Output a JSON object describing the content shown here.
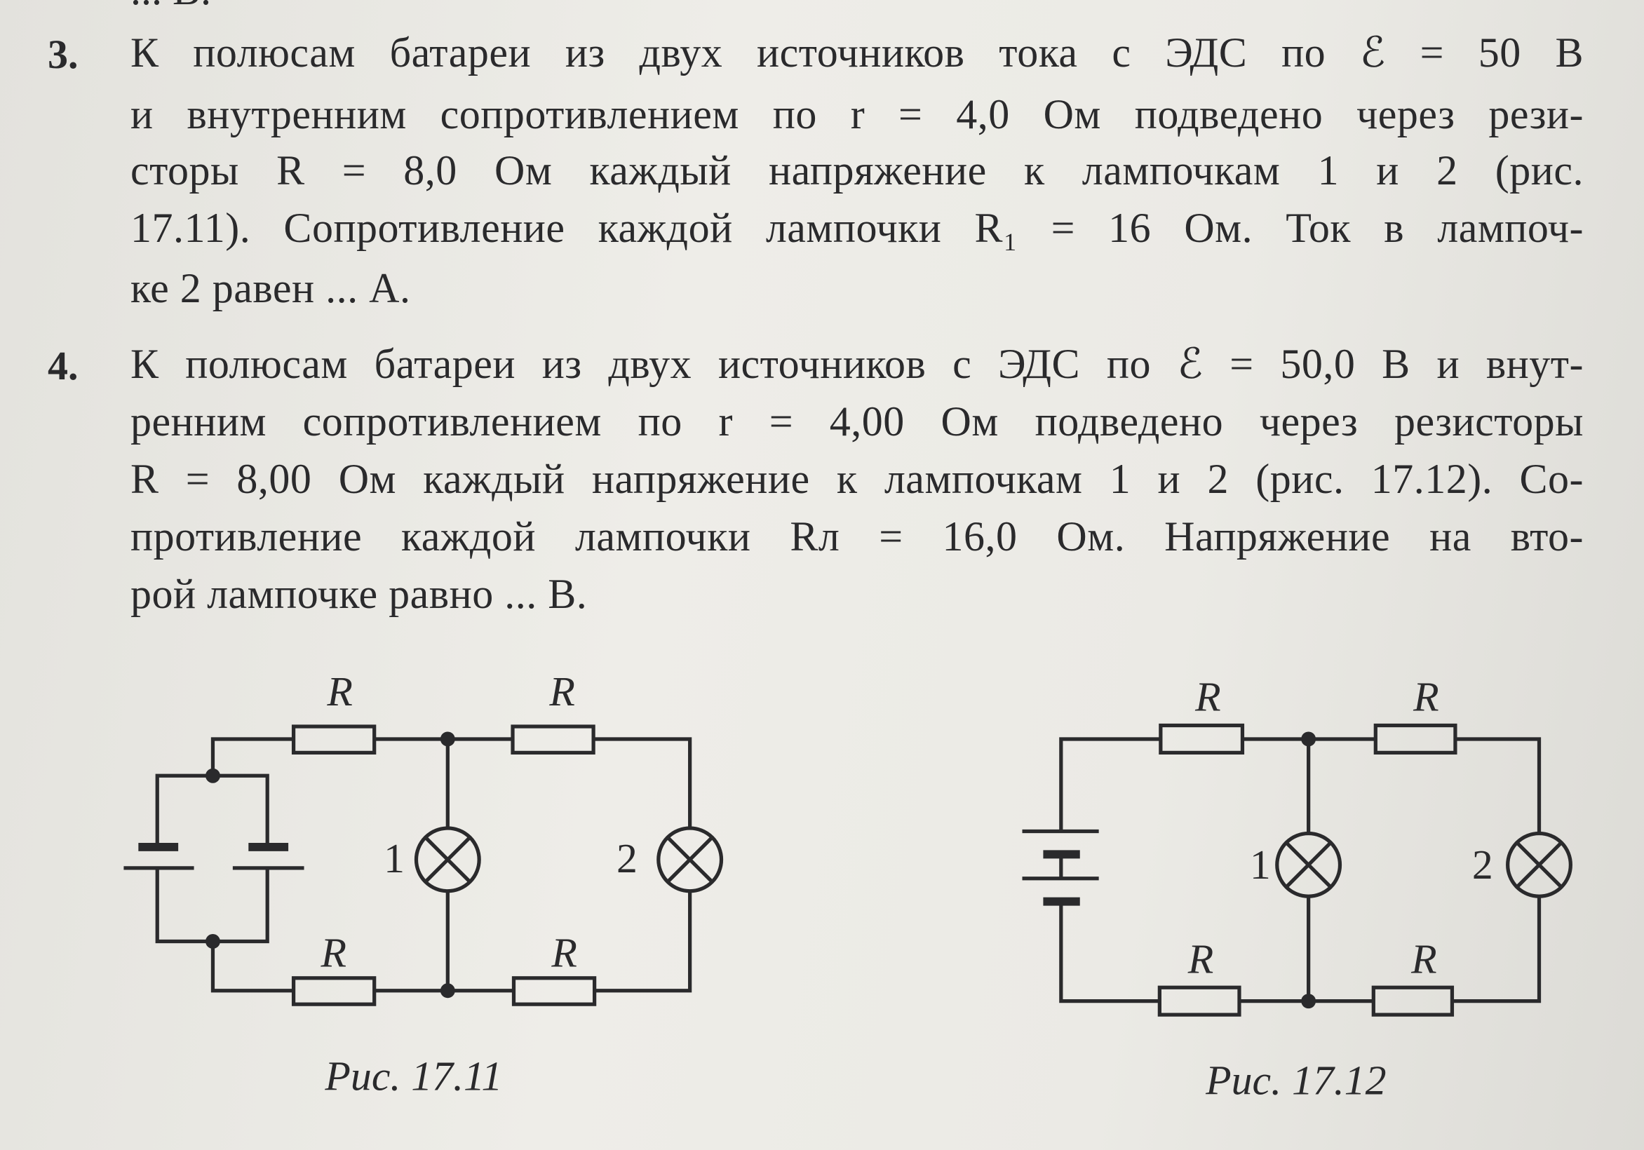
{
  "prev_tail": "... В.",
  "problems": [
    {
      "number": "3.",
      "lines": [
        "К полюсам батареи из двух источников тока с ЭДС по ℰ = 50 В",
        "и внутренним сопротивлением по r = 4,0 Ом подведено через рези-",
        "сторы R = 8,0 Ом каждый напряжение к лампочкам 1 и 2 (рис.",
        "17.11). Сопротивление каждой лампочки R₁ = 16 Ом. Ток в лампоч-",
        "ке 2 равен ... А."
      ]
    },
    {
      "number": "4.",
      "lines": [
        "К полюсам батареи из двух источников с ЭДС по ℰ = 50,0 В и внут-",
        "ренним сопротивлением по r = 4,00 Ом подведено через резисторы",
        "R = 8,00 Ом каждый напряжение к лампочкам 1 и 2 (рис. 17.12). Со-",
        "противление каждой лампочки Rл = 16,0 Ом. Напряжение на вто-",
        "рой лампочке равно ... В."
      ]
    }
  ],
  "figures": [
    {
      "caption": "Рис. 17.11",
      "resistor_label": "R",
      "lamp1": "1",
      "lamp2": "2"
    },
    {
      "caption": "Рис. 17.12",
      "resistor_label": "R",
      "lamp1": "1",
      "lamp2": "2"
    }
  ]
}
